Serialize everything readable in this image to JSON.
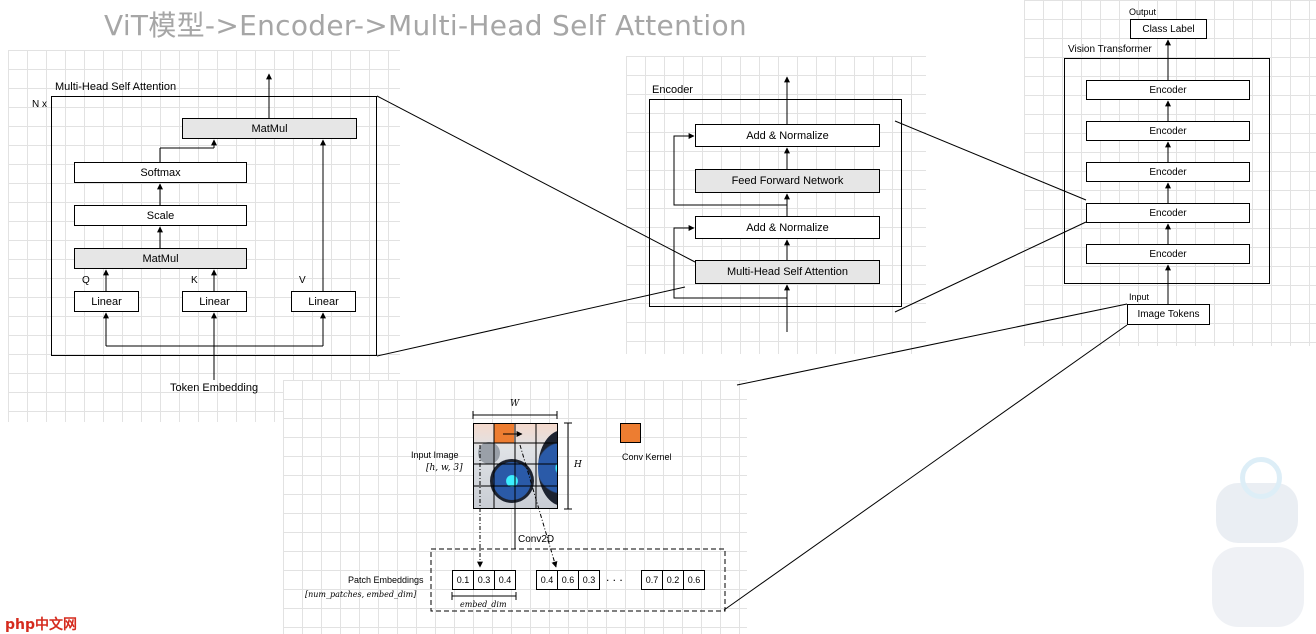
{
  "title": "ViT模型->Encoder->Multi-Head Self Attention",
  "mhsa": {
    "frame_title": "Multi-Head Self Attention",
    "repeat": "N x",
    "matmul_top": "MatMul",
    "softmax": "Softmax",
    "scale": "Scale",
    "matmul": "MatMul",
    "q": "Q",
    "k": "K",
    "v": "V",
    "linear": "Linear",
    "token_embedding": "Token Embedding"
  },
  "encoder": {
    "frame_title": "Encoder",
    "add_norm": "Add & Normalize",
    "ffn": "Feed Forward Network",
    "mhsa": "Multi-Head Self Attention"
  },
  "vit": {
    "output": "Output",
    "class_label": "Class Label",
    "frame_title": "Vision Transformer",
    "encoder": "Encoder",
    "input": "Input",
    "image_tokens": "Image Tokens"
  },
  "patch": {
    "w": "W",
    "h": "H",
    "input_image": "Input Image",
    "input_shape": "[h, w, 3]",
    "conv_kernel": "Conv Kernel",
    "conv2d": "Conv2D",
    "patch_embeddings": "Patch Embeddings",
    "patch_shape": "[num_patches, embed_dim]",
    "embed_dim": "embed_dim",
    "dots": ". . .",
    "group1": [
      "0.1",
      "0.3",
      "0.4"
    ],
    "group2": [
      "0.4",
      "0.6",
      "0.3"
    ],
    "group3": [
      "0.7",
      "0.2",
      "0.6"
    ],
    "kernel_color": "#ed7d31"
  },
  "watermark": "php中文网"
}
